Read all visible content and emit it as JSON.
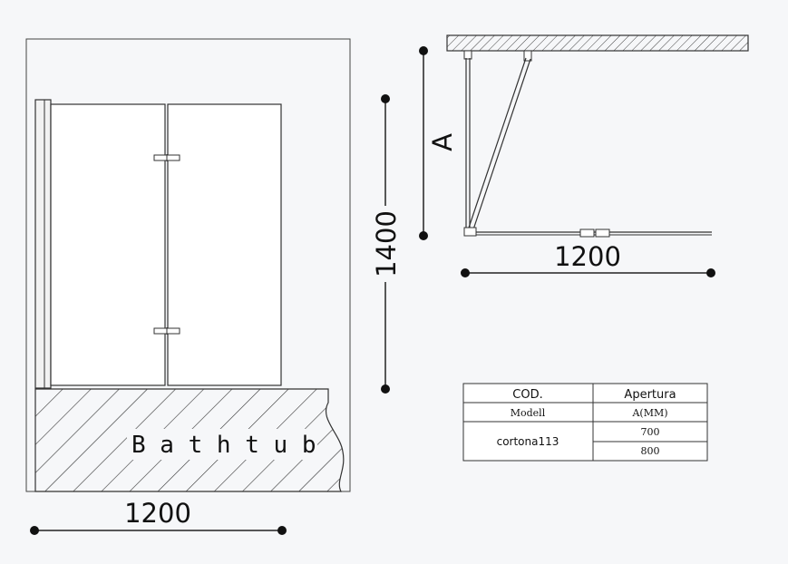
{
  "front_view": {
    "bathtub_label": "B a t h t u b",
    "width_dimension": "1200",
    "height_dimension": "1400"
  },
  "top_view": {
    "swing_label": "A",
    "width_dimension": "1200"
  },
  "spec_table": {
    "header": {
      "code": "COD.",
      "opening": "Apertura"
    },
    "subheader": {
      "model": "Modell",
      "unit": "A(MM)"
    },
    "model_name": "cortona113",
    "values": [
      "700",
      "800"
    ]
  },
  "colors": {
    "line": "#222222",
    "background": "#f6f7f9",
    "glass": "#ffffff"
  }
}
